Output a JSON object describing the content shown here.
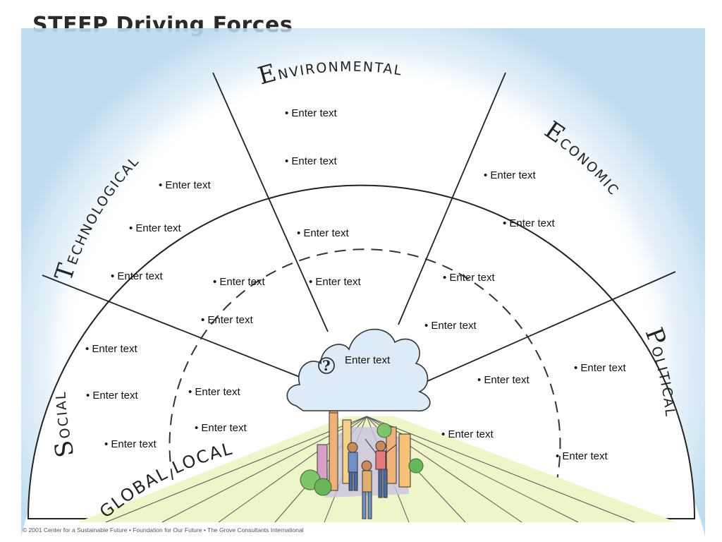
{
  "title": "STEEP Driving Forces",
  "segments": {
    "technological": {
      "initial": "T",
      "rest": "ECHNOLOGICAL"
    },
    "environmental": {
      "initial": "E",
      "rest": "NVIRONMENTAL"
    },
    "economic": {
      "initial": "E",
      "rest": "CONOMIC"
    },
    "political": {
      "initial": "P",
      "rest": "OLITICAL"
    },
    "social": {
      "initial": "S",
      "rest": "OCIAL"
    }
  },
  "scale_label": "GLOBAL LOCAL",
  "center": {
    "symbol": "?",
    "text": "Enter text"
  },
  "bullets": {
    "env_outer_1": "Enter text",
    "env_outer_2": "Enter text",
    "env_inner": "Enter text",
    "tech_outer_1": "Enter text",
    "tech_outer_2": "Enter text",
    "tech_outer_3": "Enter text",
    "tech_inner_1": "Enter text",
    "tech_inner_2": "Enter text",
    "env_inner_2": "Enter text",
    "econ_outer_1": "Enter text",
    "econ_outer_2": "Enter text",
    "econ_inner_1": "Enter text",
    "econ_inner_2": "Enter text",
    "social_outer_1": "Enter text",
    "social_outer_2": "Enter text",
    "social_outer_3": "Enter text",
    "social_inner_1": "Enter text",
    "social_inner_2": "Enter text",
    "political_outer_1": "Enter text",
    "political_outer_2": "Enter text",
    "political_inner_1": "Enter text",
    "political_inner_2": "Enter text"
  },
  "footer": "© 2001 Center for a Sustainable Future • Foundation for Our Future • The Grove Consultants International",
  "colors": {
    "sky": "#bcdcf0",
    "ink": "#222222",
    "grass": "#e9f2b8",
    "cloud": "#dcebf7"
  }
}
